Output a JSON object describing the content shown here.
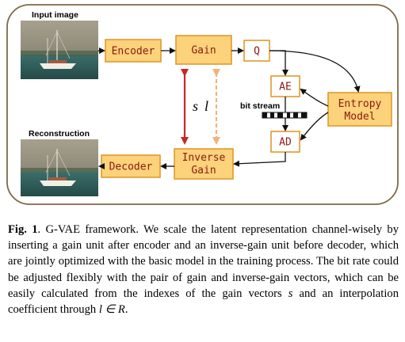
{
  "diagram": {
    "input_label": "Input image",
    "reconstruction_label": "Reconstruction",
    "boxes": {
      "encoder": "Encoder",
      "gain": "Gain",
      "q": "Q",
      "ae": "AE",
      "ad": "AD",
      "entropy_line1": "Entropy",
      "entropy_line2": "Model",
      "inverse_line1": "Inverse",
      "inverse_line2": "Gain",
      "decoder": "Decoder"
    },
    "bitstream_label": "bit stream",
    "s_label": "s",
    "l_label": "l"
  },
  "colors": {
    "box_fill": "#fcd27a",
    "box_stroke": "#e09a2c",
    "frame_stroke": "#7d6a45",
    "arrow_s": "#c62828",
    "arrow_l": "#f2b27a"
  },
  "caption": {
    "fig": "Fig. 1",
    "pre_s": ". G-VAE framework. We scale the latent representation channel-wisely by inserting a gain unit after encoder and an inverse-gain unit before decoder, which are jointly optimized with the basic model in the training process. The bit rate could be adjusted flexibly with the pair of gain and inverse-gain vectors, which can be easily calculated from the indexes of the gain vectors ",
    "s": "s",
    "mid": " and an interpolation coefficient through ",
    "l_in_R": "l ∈ R",
    "end": "."
  }
}
